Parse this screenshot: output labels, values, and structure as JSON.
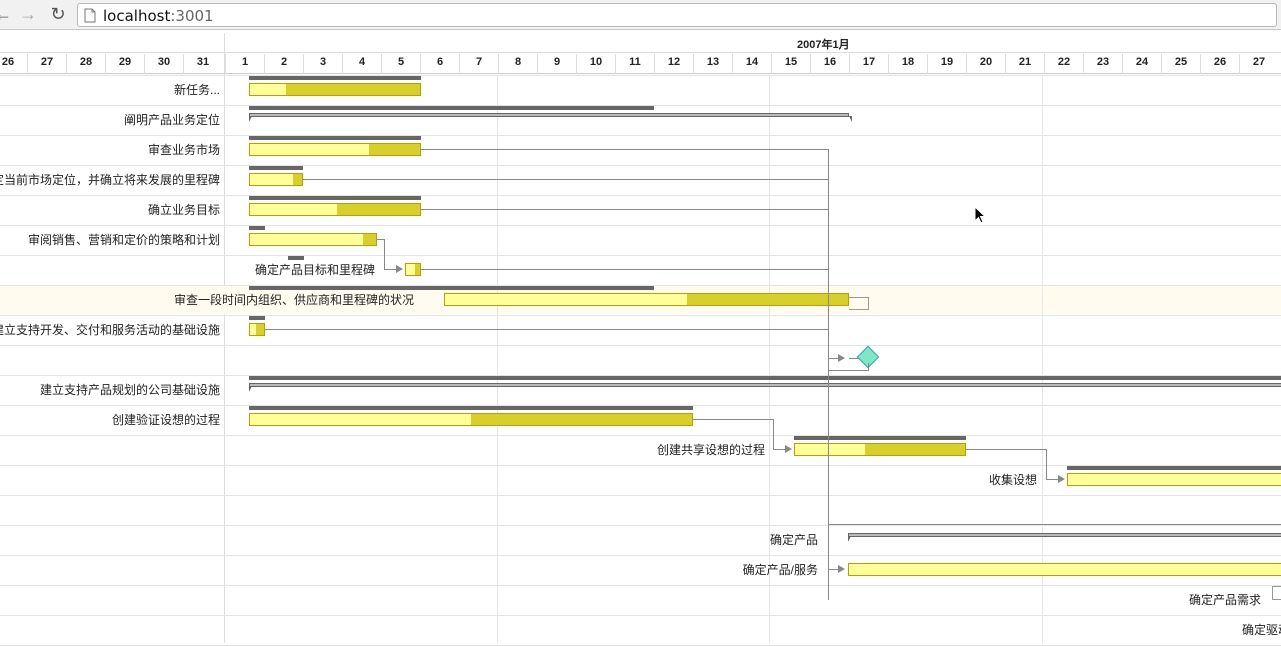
{
  "browser": {
    "url_host": "localhost",
    "url_port": ":3001",
    "back_icon": "arrow-left-icon",
    "forward_icon": "arrow-right-icon",
    "reload_icon": "reload-icon",
    "page_icon": "page-icon"
  },
  "gantt": {
    "month_title": "2007年1月",
    "days": [
      "26",
      "27",
      "28",
      "29",
      "30",
      "31",
      "1",
      "2",
      "3",
      "4",
      "5",
      "6",
      "7",
      "8",
      "9",
      "10",
      "11",
      "12",
      "13",
      "14",
      "15",
      "16",
      "17",
      "18",
      "19",
      "20",
      "21",
      "22",
      "23",
      "24",
      "25",
      "26",
      "27"
    ],
    "tasks": [
      {
        "label": "新任务..."
      },
      {
        "label": "阐明产品业务定位"
      },
      {
        "label": "审查业务市场"
      },
      {
        "label": "定当前市场定位，并确立将来发展的里程碑"
      },
      {
        "label": "确立业务目标"
      },
      {
        "label": "审阅销售、营销和定价的策略和计划"
      },
      {
        "label": "确定产品目标和里程碑"
      },
      {
        "label": "审查一段时间内组织、供应商和里程碑的状况"
      },
      {
        "label": "建立支持开发、交付和服务活动的基础设施"
      },
      {
        "label": ""
      },
      {
        "label": "建立支持产品规划的公司基础设施"
      },
      {
        "label": "创建验证设想的过程"
      },
      {
        "label": "创建共享设想的过程"
      },
      {
        "label": "收集设想"
      },
      {
        "label": ""
      },
      {
        "label": "确定产品"
      },
      {
        "label": "确定产品/服务"
      },
      {
        "label": "确定产品需求"
      },
      {
        "label": "确定驱动"
      }
    ],
    "colors": {
      "bar_fill": "#ffff99",
      "progress_fill": "#d9cf2b",
      "summary_bar": "#666666",
      "milestone": "#7ee8c6",
      "highlight_row": "#fffbef"
    }
  }
}
